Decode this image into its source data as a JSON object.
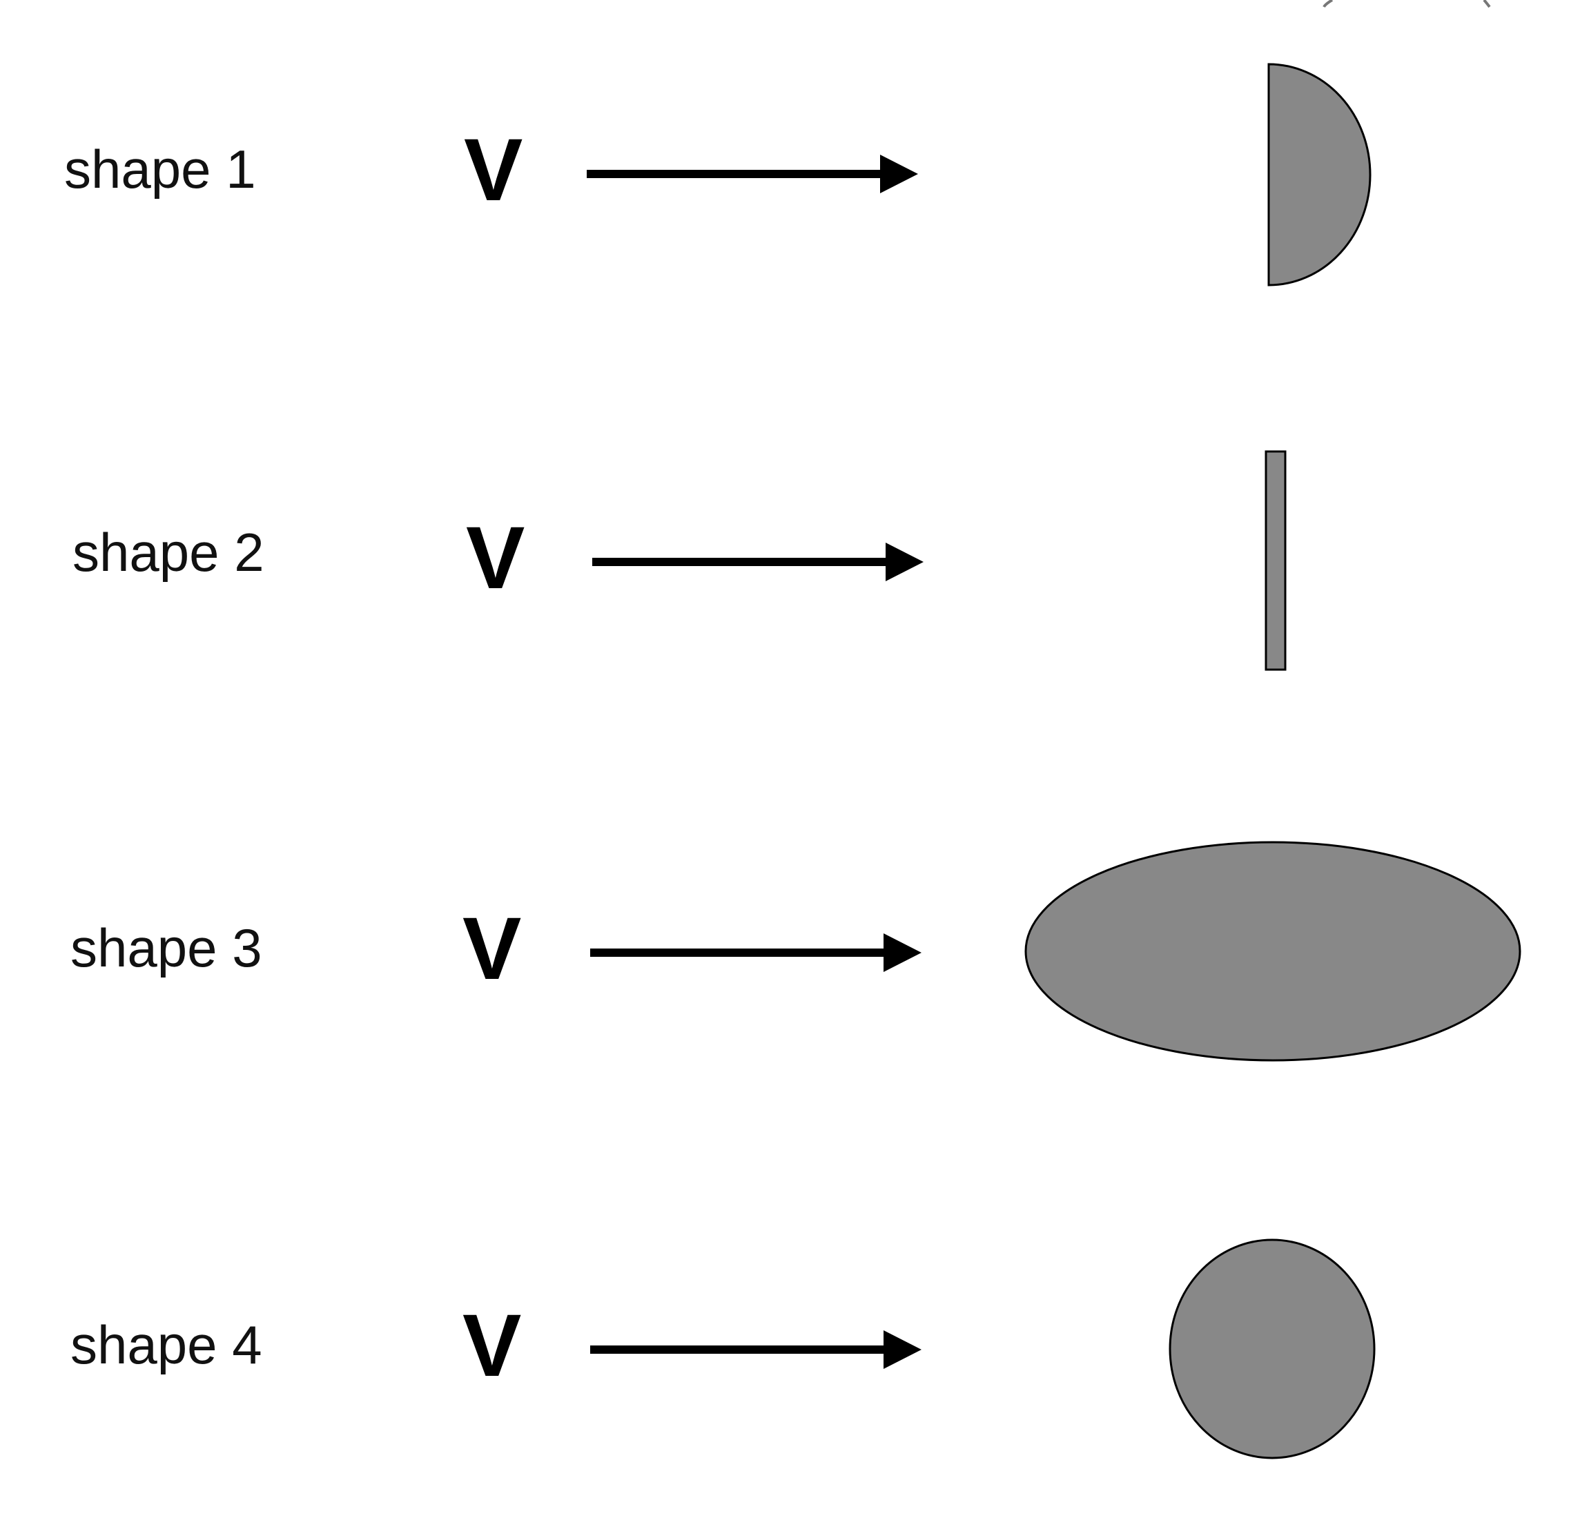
{
  "rows": [
    {
      "label": "shape 1",
      "velocity_label": "V",
      "object": "half-disc"
    },
    {
      "label": "shape 2",
      "velocity_label": "V",
      "object": "flat-plate"
    },
    {
      "label": "shape 3",
      "velocity_label": "V",
      "object": "ellipse"
    },
    {
      "label": "shape 4",
      "velocity_label": "V",
      "object": "circle"
    }
  ],
  "colors": {
    "shape_fill": "#888888",
    "outline": "#000000",
    "text": "#111111",
    "background": "#ffffff"
  }
}
